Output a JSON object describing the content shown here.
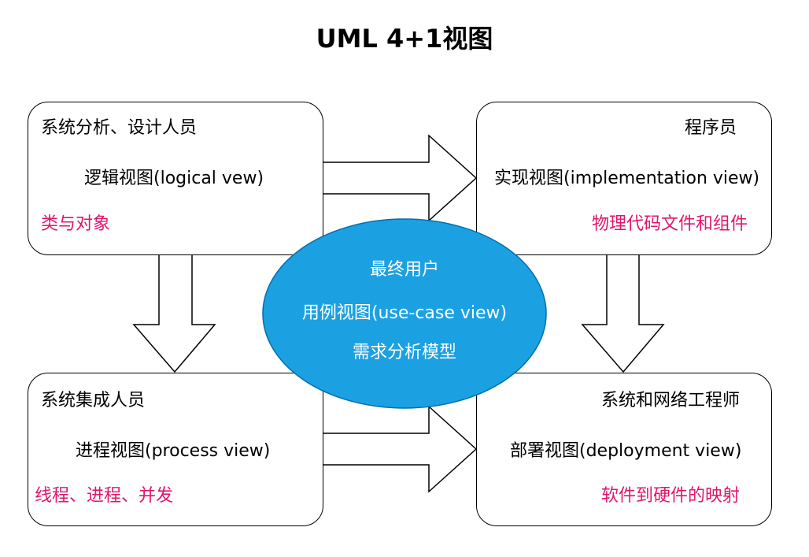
{
  "title": "UML 4+1视图",
  "colors": {
    "desc": "#e0166e",
    "ellipse_fill": "#1ba1e2",
    "ellipse_stroke": "#006eaf",
    "center_text": "#ffffff"
  },
  "boxes": {
    "logical": {
      "role": "系统分析、设计人员",
      "view": "逻辑视图(logical vew)",
      "desc": "类与对象"
    },
    "implementation": {
      "role": "程序员",
      "view": "实现视图(implementation view)",
      "desc": "物理代码文件和组件"
    },
    "process": {
      "role": "系统集成人员",
      "view": "进程视图(process view)",
      "desc": "线程、进程、并发"
    },
    "deployment": {
      "role": "系统和网络工程师",
      "view": "部署视图(deployment view)",
      "desc": "软件到硬件的映射"
    }
  },
  "center": {
    "role": "最终用户",
    "view": "用例视图(use-case view)",
    "desc": "需求分析模型"
  }
}
